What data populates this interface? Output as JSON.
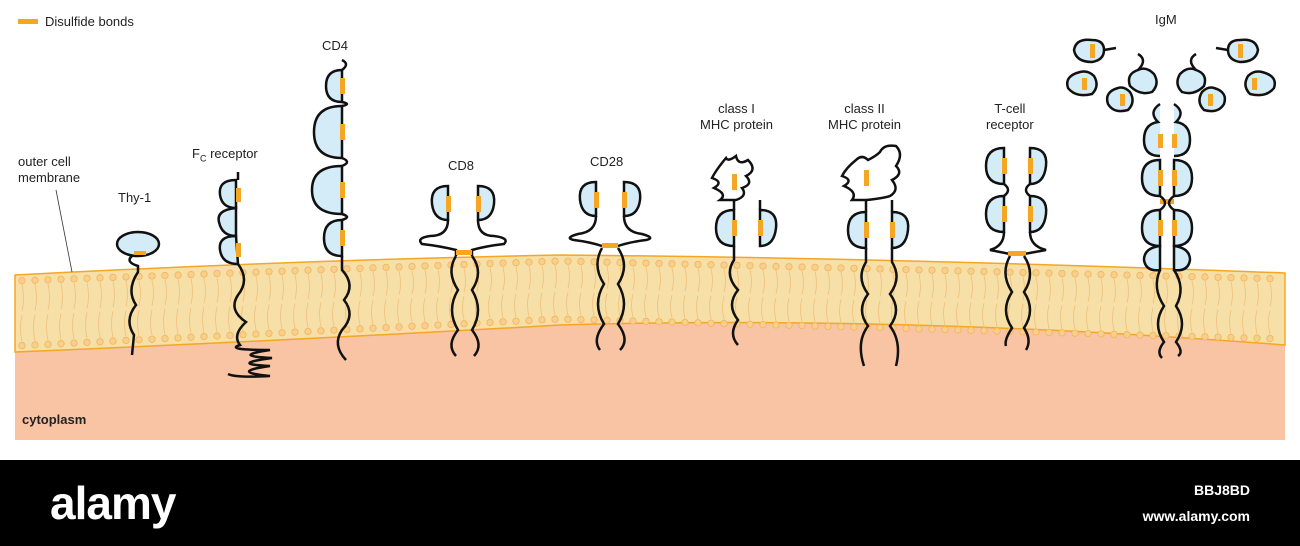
{
  "legend": {
    "label": "Disulfide bonds",
    "color": "#f5a623"
  },
  "labels": {
    "membrane": [
      "outer cell",
      "membrane"
    ],
    "thy1": "Thy-1",
    "fc_main": "F",
    "fc_sub": "C",
    "fc_rest": " receptor",
    "cd4": "CD4",
    "cd8": "CD8",
    "cd28": "CD28",
    "mhc1": [
      "class I",
      "MHC protein"
    ],
    "mhc2": [
      "class II",
      "MHC protein"
    ],
    "tcr": [
      "T-cell",
      "receptor"
    ],
    "igm": "IgM",
    "cytoplasm": "cytoplasm"
  },
  "colors": {
    "domain_fill": "#d4ecf7",
    "membrane": "#f7dfa8",
    "cytoplasm": "#f9c4a4",
    "bond": "#f5a623"
  },
  "footer": {
    "brand": "alamy",
    "image_id": "BBJ8BD",
    "site": "www.alamy.com"
  }
}
